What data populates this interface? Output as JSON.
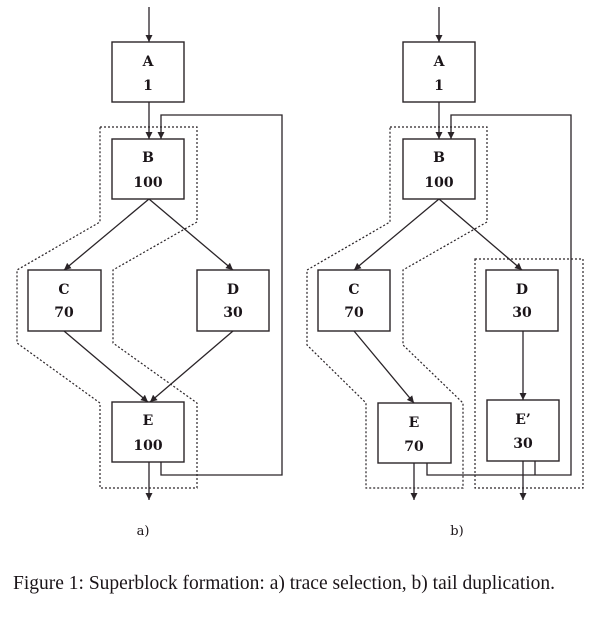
{
  "figure": {
    "panels": [
      {
        "id": "a",
        "label": "a)",
        "title": "trace selection",
        "nodes": [
          {
            "id": "A",
            "name": "A",
            "count": "1"
          },
          {
            "id": "B",
            "name": "B",
            "count": "100"
          },
          {
            "id": "C",
            "name": "C",
            "count": "70"
          },
          {
            "id": "D",
            "name": "D",
            "count": "30"
          },
          {
            "id": "E",
            "name": "E",
            "count": "100"
          }
        ],
        "edges": [
          {
            "from": "entry",
            "to": "A"
          },
          {
            "from": "A",
            "to": "B"
          },
          {
            "from": "B",
            "to": "C"
          },
          {
            "from": "B",
            "to": "D"
          },
          {
            "from": "C",
            "to": "E"
          },
          {
            "from": "D",
            "to": "E"
          },
          {
            "from": "E",
            "to": "B",
            "kind": "back-edge"
          },
          {
            "from": "E",
            "to": "exit"
          }
        ],
        "superblocks": [
          [
            "B",
            "C",
            "E"
          ]
        ]
      },
      {
        "id": "b",
        "label": "b)",
        "title": "tail duplication",
        "nodes": [
          {
            "id": "A",
            "name": "A",
            "count": "1"
          },
          {
            "id": "B",
            "name": "B",
            "count": "100"
          },
          {
            "id": "C",
            "name": "C",
            "count": "70"
          },
          {
            "id": "D",
            "name": "D",
            "count": "30"
          },
          {
            "id": "E",
            "name": "E",
            "count": "70"
          },
          {
            "id": "E2",
            "name": "E’",
            "count": "30"
          }
        ],
        "edges": [
          {
            "from": "entry",
            "to": "A"
          },
          {
            "from": "A",
            "to": "B"
          },
          {
            "from": "B",
            "to": "C"
          },
          {
            "from": "B",
            "to": "D"
          },
          {
            "from": "C",
            "to": "E"
          },
          {
            "from": "D",
            "to": "E2"
          },
          {
            "from": "E",
            "to": "B",
            "kind": "back-edge"
          },
          {
            "from": "E2",
            "to": "B",
            "kind": "back-edge"
          },
          {
            "from": "E",
            "to": "exit"
          },
          {
            "from": "E2",
            "to": "exit"
          }
        ],
        "superblocks": [
          [
            "B",
            "C",
            "E"
          ],
          [
            "D",
            "E2"
          ]
        ]
      }
    ]
  },
  "caption": "Figure 1: Superblock formation: a) trace selection, b) tail duplication."
}
